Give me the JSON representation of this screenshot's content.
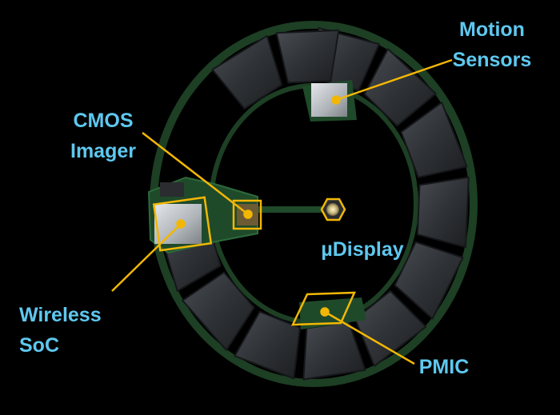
{
  "labels": {
    "motion_sensors": {
      "line1": "Motion",
      "line2": "Sensors"
    },
    "cmos_imager": {
      "line1": "CMOS",
      "line2": "Imager"
    },
    "udisplay": {
      "text": "µDisplay"
    },
    "wireless_soc": {
      "line1": "Wireless",
      "line2": "SoC"
    },
    "pmic": {
      "text": "PMIC"
    }
  },
  "colors": {
    "background": "#000000",
    "label_text": "#5ec8ef",
    "callout": "#f2b705",
    "battery_segment": "#2f3236",
    "pcb": "#1f4a2a",
    "chip": "#c9ced3"
  }
}
